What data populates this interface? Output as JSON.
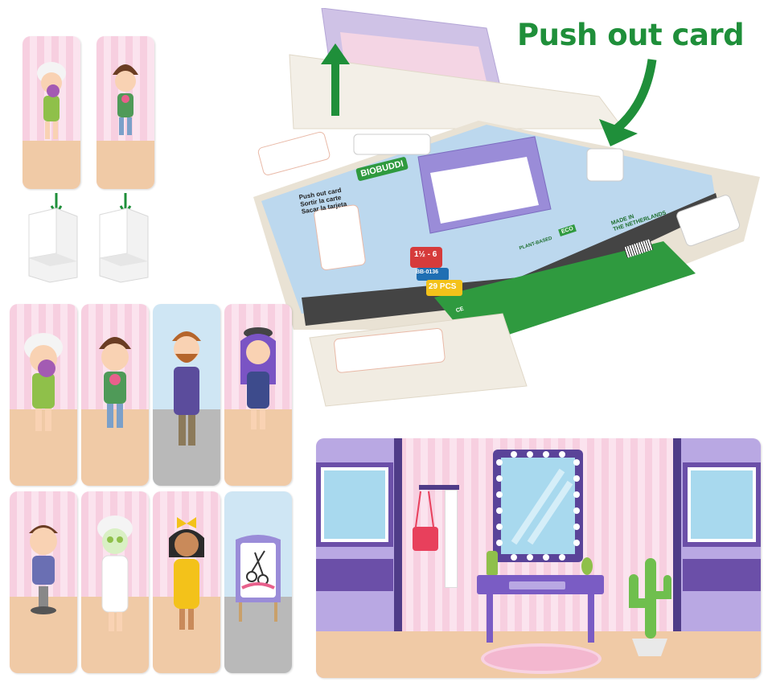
{
  "headline": "Push out card",
  "box": {
    "brand": "BIOBUDDI",
    "push_out_card": "Push out card",
    "push_out_sub1": "Sortir la carte",
    "push_out_sub2": "Sacar la tarjeta",
    "age": "1½ - 6",
    "item_code": "BB-0136",
    "pieces": "29 PCS",
    "made_in_line1": "MADE IN",
    "made_in_line2": "THE NETHERLANDS",
    "eco_label": "ECO",
    "plant_based": "PLANT-BASED",
    "ce_mark": "CE"
  },
  "colors": {
    "headline_green": "#1f8f3a",
    "card_pink": "#f7cfe0",
    "salon_purple": "#8b72c9",
    "box_green": "#2f9a3f"
  },
  "icons": [
    "down-arrow-icon",
    "up-arrow-icon",
    "pointing-arrow-icon",
    "scissors-comb-icon",
    "cactus-icon",
    "mirror-icon"
  ]
}
